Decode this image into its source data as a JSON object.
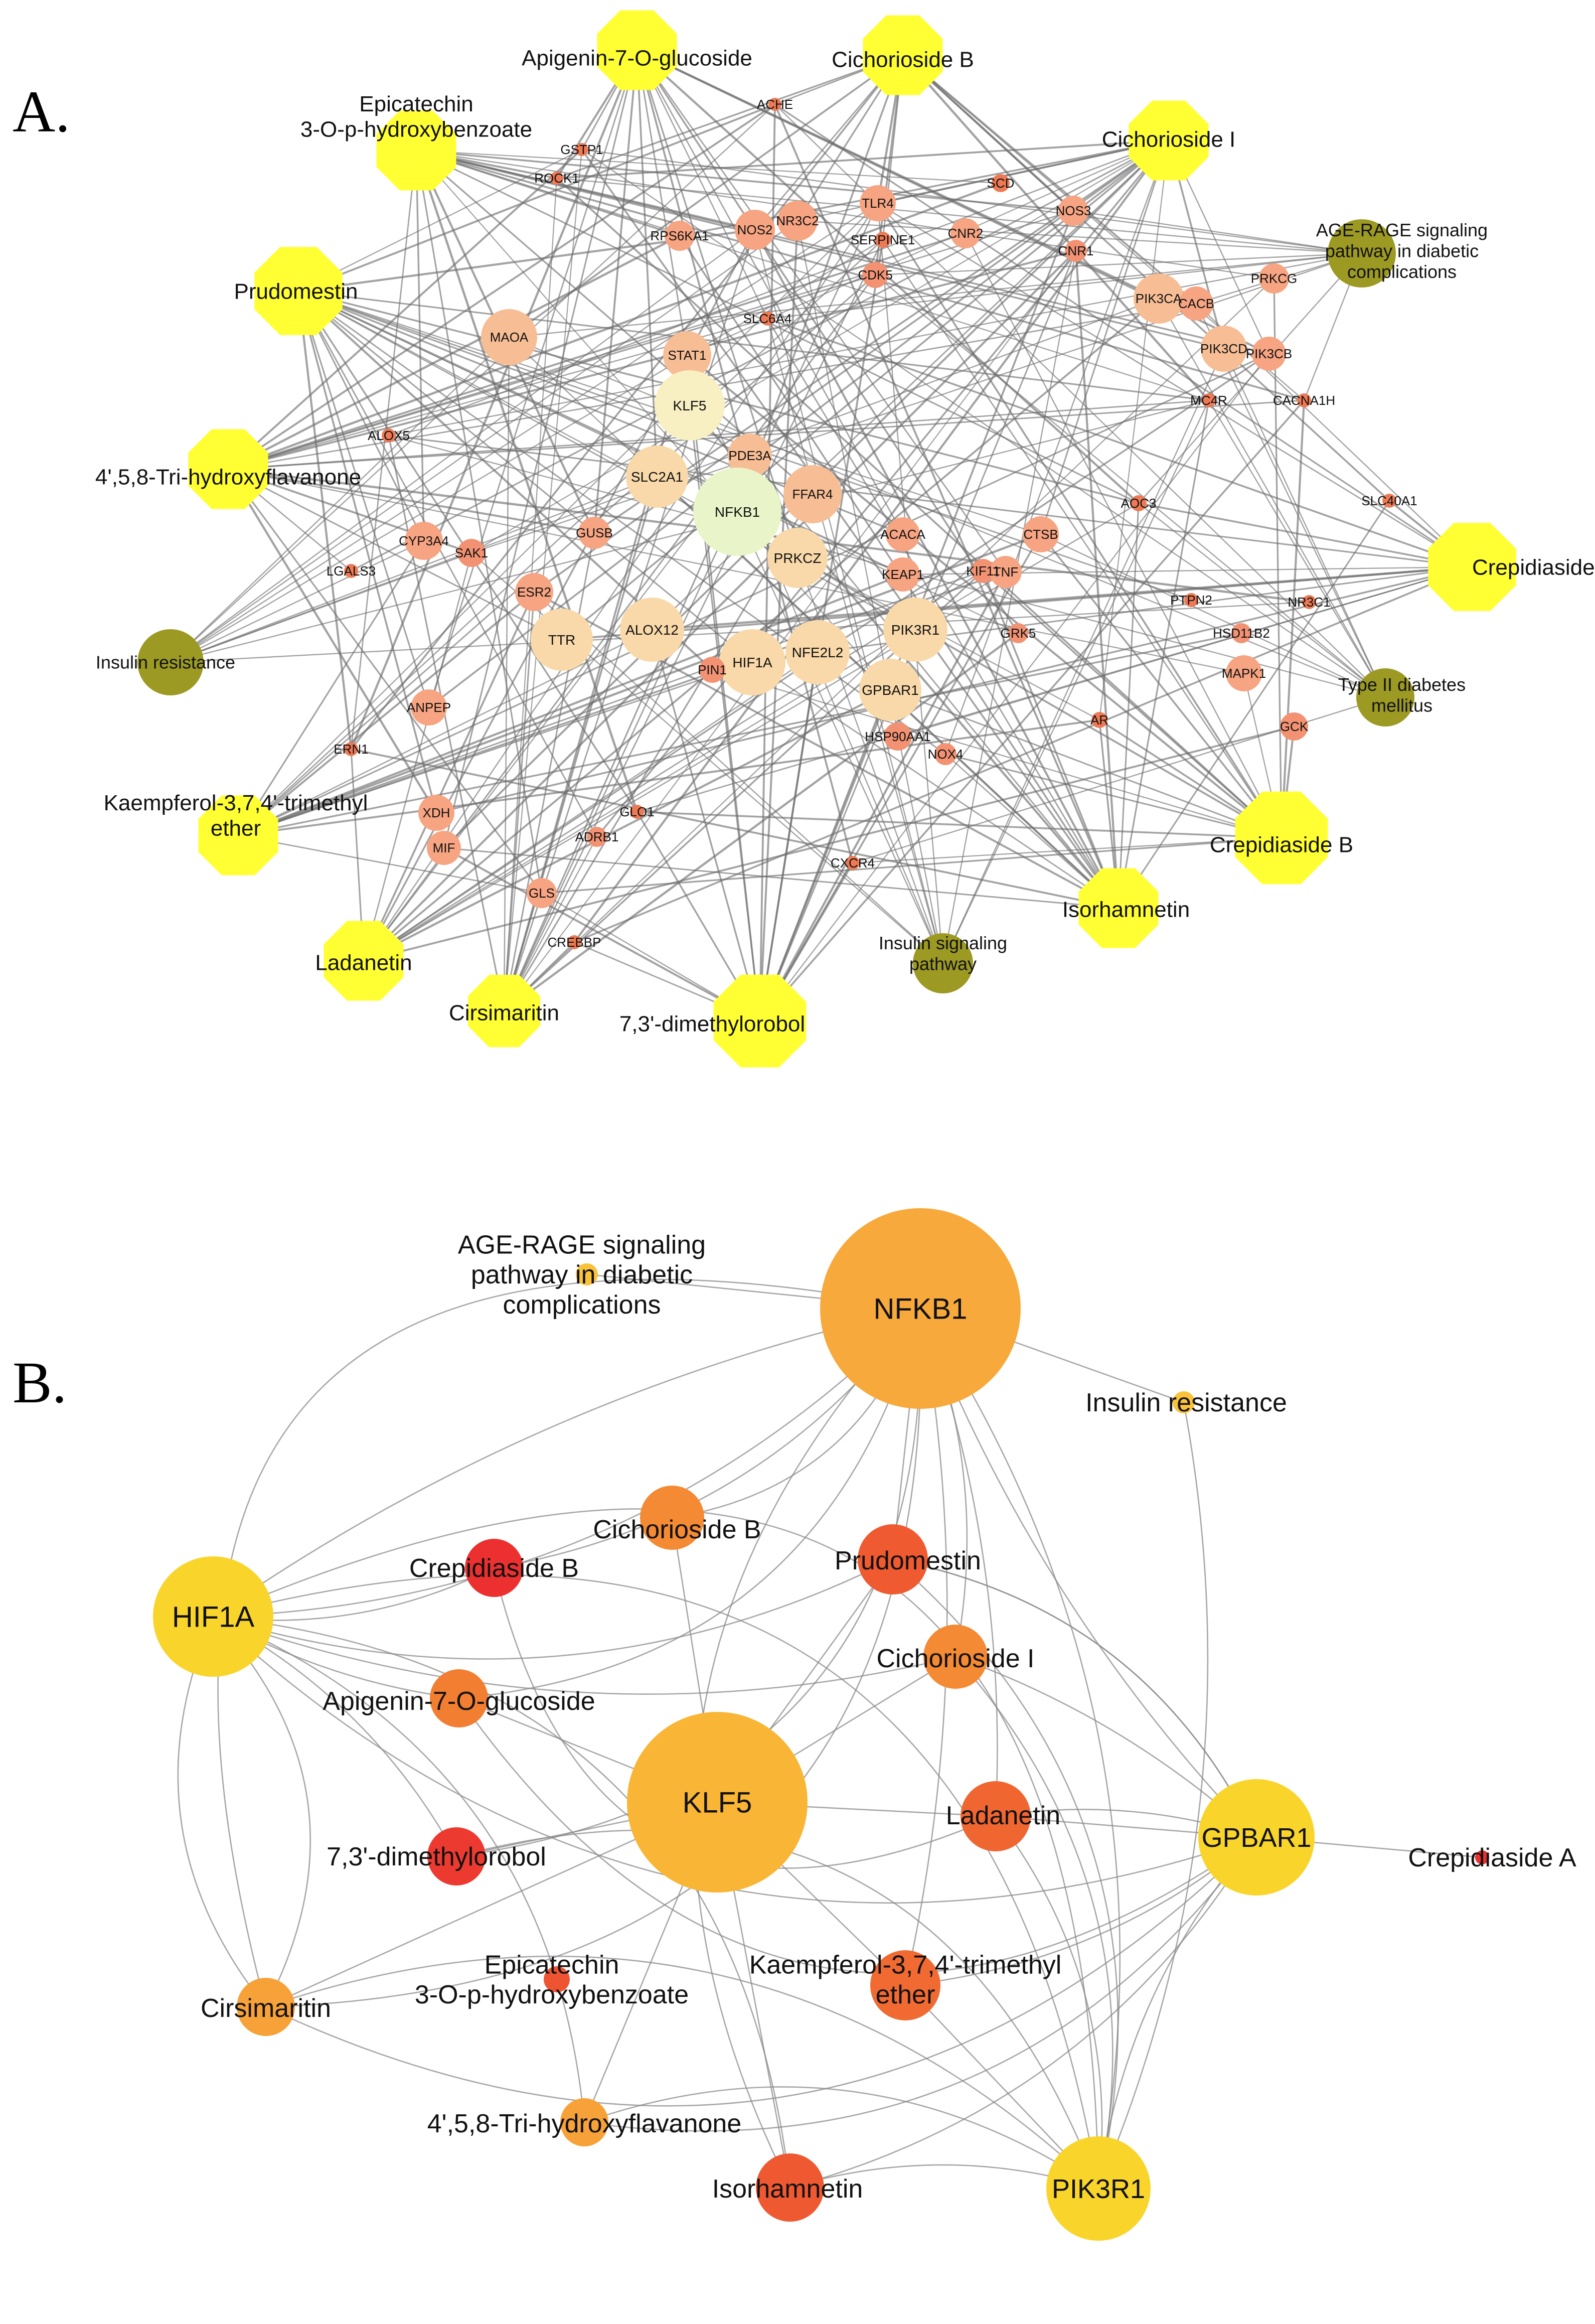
{
  "panel_a": {
    "letter": "A.",
    "compounds": [
      {
        "id": "api7g",
        "label": [
          "Apigenin-7-O-glucoside"
        ]
      },
      {
        "id": "cicB",
        "label": [
          "Cichorioside B"
        ]
      },
      {
        "id": "epi",
        "label": [
          "Epicatechin",
          "3-O-p-hydroxybenzoate"
        ]
      },
      {
        "id": "cicI",
        "label": [
          "Cichorioside I"
        ]
      },
      {
        "id": "prud",
        "label": [
          "Prudomestin"
        ]
      },
      {
        "id": "tri",
        "label": [
          "4',5,8-Tri-hydroxyflavanone"
        ]
      },
      {
        "id": "crepA",
        "label": [
          "Crepidiaside A"
        ]
      },
      {
        "id": "kaem",
        "label": [
          "Kaempferol-3,7,4'-trimethyl",
          "ether"
        ]
      },
      {
        "id": "crepB",
        "label": [
          "Crepidiaside B"
        ]
      },
      {
        "id": "isor",
        "label": [
          "Isorhamnetin"
        ]
      },
      {
        "id": "lada",
        "label": [
          "Ladanetin"
        ]
      },
      {
        "id": "cirs",
        "label": [
          "Cirsimaritin"
        ]
      },
      {
        "id": "dmo",
        "label": [
          "7,3'-dimethylorobol"
        ]
      }
    ],
    "pathways": [
      {
        "id": "age",
        "label": [
          "AGE-RAGE signaling",
          "pathway in diabetic",
          "complications"
        ]
      },
      {
        "id": "ir",
        "label": [
          "Insulin resistance"
        ]
      },
      {
        "id": "t2d",
        "label": [
          "Type II diabetes",
          "mellitus"
        ]
      },
      {
        "id": "isp",
        "label": [
          "Insulin signaling",
          "pathway"
        ]
      }
    ],
    "targets": [
      "ACHE",
      "GSTP1",
      "ROCK1",
      "TLR4",
      "SCD",
      "NOS3",
      "NOS2",
      "NR3C2",
      "RPS6KA1",
      "SERPINE1",
      "CNR2",
      "CNR1",
      "CDK5",
      "PRKCG",
      "PIK3CA",
      "CACB",
      "PIK3CD",
      "PIK3CB",
      "SLC6A4",
      "MAOA",
      "STAT1",
      "KLF5",
      "MC4R",
      "CACNA1H",
      "ALOX5",
      "PDE3A",
      "SLC2A1",
      "FFAR4",
      "NFKB1",
      "SLC40A1",
      "AOC3",
      "CYP3A4",
      "GUSB",
      "SAK1",
      "ACACA",
      "CTSB",
      "LGALS3",
      "ESR2",
      "PRKCZ",
      "KEAP1",
      "KIF11",
      "TNF",
      "PTPN2",
      "NR3C1",
      "TTR",
      "ALOX12",
      "HIF1A",
      "NFE2L2",
      "PIK3R1",
      "GRK5",
      "HSD11B2",
      "PIN1",
      "MAPK1",
      "ANPEP",
      "GPBAR1",
      "AR",
      "GCK",
      "ERN1",
      "HSP90AA1",
      "NOX4",
      "XDH",
      "GLO1",
      "MIF",
      "ADRB1",
      "CXCR4",
      "GLS",
      "CREBBP"
    ]
  },
  "panel_b": {
    "letter": "B.",
    "nodes": [
      {
        "id": "NFKB1",
        "label": [
          "NFKB1"
        ],
        "color": "#f8a93b"
      },
      {
        "id": "HIF1A",
        "label": [
          "HIF1A"
        ],
        "color": "#f9d52b"
      },
      {
        "id": "KLF5",
        "label": [
          "KLF5"
        ],
        "color": "#f9b535"
      },
      {
        "id": "GPBAR1",
        "label": [
          "GPBAR1"
        ],
        "color": "#f9d52b"
      },
      {
        "id": "PIK3R1",
        "label": [
          "PIK3R1"
        ],
        "color": "#f9d52b"
      },
      {
        "id": "age",
        "label": [
          "AGE-RAGE signaling",
          "pathway in diabetic",
          "complications"
        ],
        "color": "#f9c23a"
      },
      {
        "id": "ir",
        "label": [
          "Insulin resistance"
        ],
        "color": "#f9c23a"
      },
      {
        "id": "cicB",
        "label": [
          "Cichorioside B"
        ],
        "color": "#f48a33"
      },
      {
        "id": "crepB",
        "label": [
          "Crepidiaside B"
        ],
        "color": "#ec3030"
      },
      {
        "id": "prud",
        "label": [
          "Prudomestin"
        ],
        "color": "#f05a30"
      },
      {
        "id": "cicI",
        "label": [
          "Cichorioside I"
        ],
        "color": "#f48a33"
      },
      {
        "id": "api7g",
        "label": [
          "Apigenin-7-O-glucoside"
        ],
        "color": "#f27e31"
      },
      {
        "id": "lada",
        "label": [
          "Ladanetin"
        ],
        "color": "#f06631"
      },
      {
        "id": "dmo",
        "label": [
          "7,3'-dimethylorobol"
        ],
        "color": "#ec3a31"
      },
      {
        "id": "crepA",
        "label": [
          "Crepidiaside A"
        ],
        "color": "#ec2f2f"
      },
      {
        "id": "epi",
        "label": [
          "Epicatechin",
          "3-O-p-hydroxybenzoate"
        ],
        "color": "#ef5432"
      },
      {
        "id": "kaem",
        "label": [
          "Kaempferol-3,7,4'-trimethyl",
          "ether"
        ],
        "color": "#f06a32"
      },
      {
        "id": "cirs",
        "label": [
          "Cirsimaritin"
        ],
        "color": "#f7a238"
      },
      {
        "id": "tri",
        "label": [
          "4',5,8-Tri-hydroxyflavanone"
        ],
        "color": "#f7a238"
      },
      {
        "id": "isor",
        "label": [
          "Isorhamnetin"
        ],
        "color": "#ef5932"
      }
    ]
  }
}
